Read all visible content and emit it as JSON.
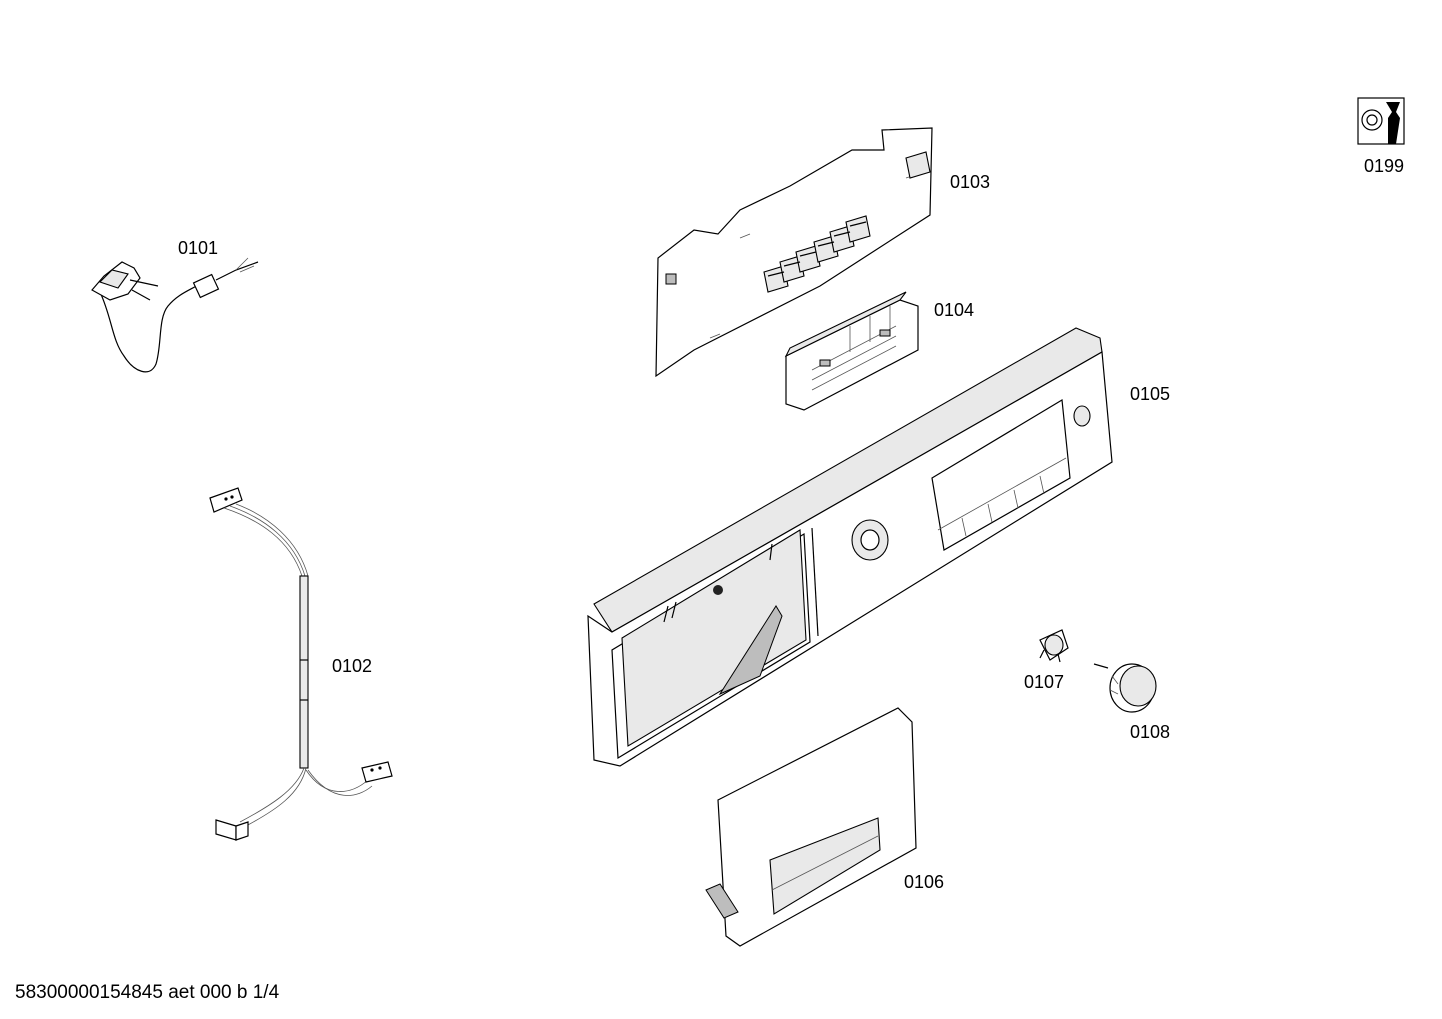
{
  "parts": [
    {
      "id": "power-cord",
      "label": "0101"
    },
    {
      "id": "wire-harness",
      "label": "0102"
    },
    {
      "id": "control-board",
      "label": "0103"
    },
    {
      "id": "display-module",
      "label": "0104"
    },
    {
      "id": "control-panel-fascia",
      "label": "0105"
    },
    {
      "id": "dispenser-drawer-handle",
      "label": "0106"
    },
    {
      "id": "knob-insert",
      "label": "0107"
    },
    {
      "id": "program-knob",
      "label": "0108"
    },
    {
      "id": "service-tools",
      "label": "0199"
    }
  ],
  "footer": {
    "text": "58300000154845 aet 000 b 1/4"
  }
}
